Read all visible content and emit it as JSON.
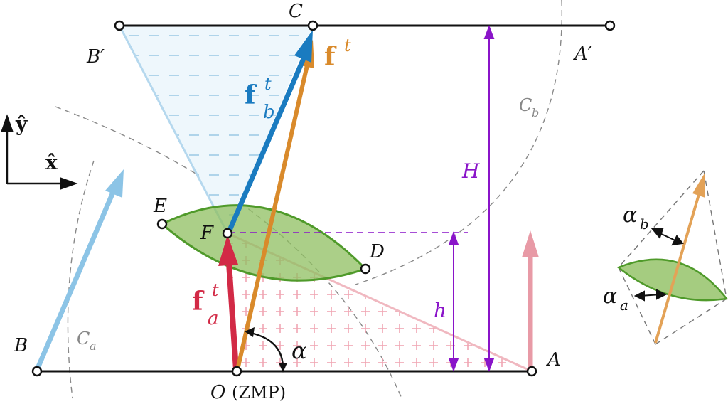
{
  "points": {
    "A": "A",
    "A_prime": "A′",
    "B": "B",
    "B_prime": "B′",
    "C": "C",
    "D": "D",
    "E": "E",
    "F": "F",
    "O": "O"
  },
  "zmp_label": "(ZMP)",
  "curves": {
    "ca": "C",
    "ca_sub": "a",
    "cb": "C",
    "cb_sub": "b"
  },
  "heights": {
    "H": "H",
    "h": "h"
  },
  "angles": {
    "alpha": "α",
    "alpha_b": "α",
    "alpha_b_sub": "b",
    "alpha_a": "α",
    "alpha_a_sub": "a"
  },
  "axes": {
    "y": "ŷ",
    "x": "x̂"
  },
  "forces": {
    "f": "f",
    "f_sup": "t",
    "fb": "f",
    "fb_sub": "b",
    "fb_sup": "t",
    "fa": "f",
    "fa_sub": "a",
    "fa_sup": "t"
  },
  "colors": {
    "orange": "#d98a2b",
    "blue": "#1a7bc0",
    "red": "#d22a46",
    "green": "#4f9a2a",
    "green_fill": "#8fbf60",
    "purple": "#8a14c9",
    "light_blue": "#8cc4e6",
    "pink": "#e89aa6"
  }
}
